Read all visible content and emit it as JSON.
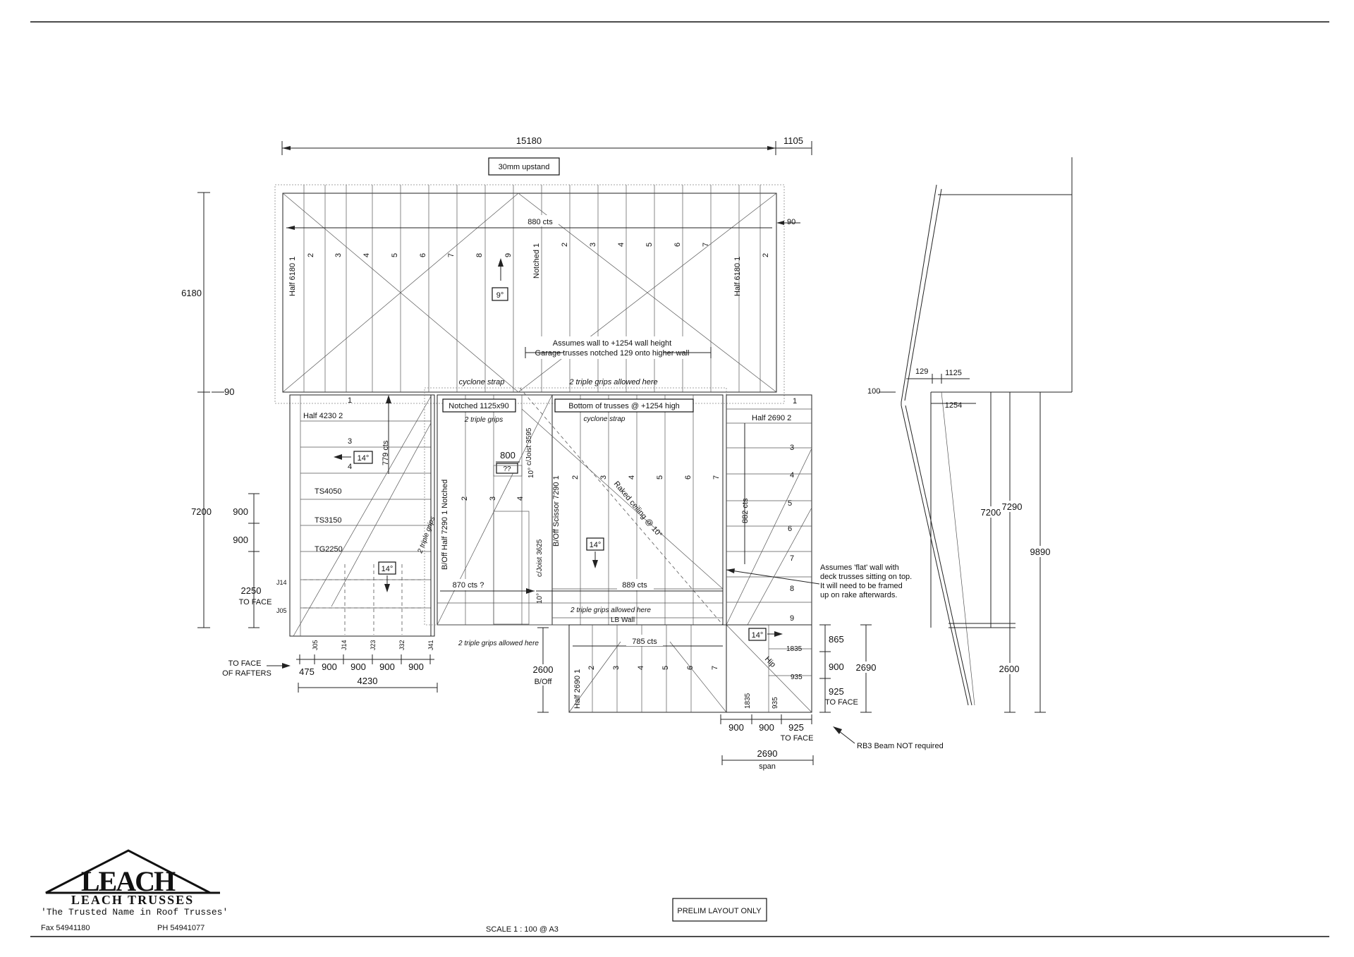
{
  "colors": {
    "line": "#222222",
    "background": "#ffffff"
  },
  "overall": {
    "top_width": "15180",
    "top_overhang": "1105",
    "left_top": "6180",
    "left_bottom": "7200",
    "left_gap": "90"
  },
  "top_roof": {
    "upstand_note": "30mm upstand",
    "spacing": "880 cts",
    "right_gap": "90",
    "half_left": "Half 6180 1",
    "half_right": "Half 6180 1",
    "notched": "Notched 1",
    "pitch": "9°",
    "numbers_left": [
      "2",
      "3",
      "4",
      "5",
      "6",
      "7",
      "8",
      "9"
    ],
    "numbers_right": [
      "2",
      "3",
      "4",
      "5",
      "6",
      "7"
    ],
    "number_right_end": "2",
    "assumes_line1": "Assumes wall to +1254 wall height",
    "assumes_line2": "Garage trusses notched 129 onto higher wall",
    "cyclone": "cyclone strap",
    "triple_grips": "2 triple grips allowed here"
  },
  "left_wing": {
    "half": "Half 4230 2",
    "n1": "1",
    "n3": "3",
    "n4": "4",
    "pitch": "14°",
    "cts": "779 cts",
    "ts1": "TS4050",
    "ts2": "TS3150",
    "tg": "TG2250",
    "triple_grips": "2 triple grips",
    "pitch2": "14°",
    "j14": "J14",
    "j05": "J05",
    "jacks": [
      "J05",
      "J14",
      "J23",
      "J32",
      "J41"
    ],
    "dim_900a": "900",
    "dim_900b": "900",
    "dim_2250": "2250",
    "to_face": "TO FACE",
    "to_face_rafters1": "TO FACE",
    "to_face_rafters2": "OF RAFTERS",
    "bottom_dims": [
      "475",
      "900",
      "900",
      "900",
      "900"
    ],
    "total": "4230"
  },
  "middle": {
    "notched_box": "Notched 1125x90",
    "grips": "2 triple grips",
    "bottom_box": "Bottom of trusses @ +1254 high",
    "cyclone": "cyclone strap",
    "boff_half": "B/Off Half 7290 1 Notched",
    "boff_scissor": "B/Off Scissor 7290 1",
    "joist1": "c/Joist 3595",
    "joist2": "c/Joist 3625",
    "ten_deg_a": "10°",
    "ten_deg_b": "10°",
    "d800": "800",
    "qq": "??",
    "n2a": "2",
    "n3a": "3",
    "n4a": "4",
    "n2b": "2",
    "n3b": "3",
    "n4b": "4",
    "n5b": "5",
    "n6b": "6",
    "n7b": "7",
    "raked": "Raked ceiling @ 10°",
    "pitch": "14°",
    "cts870": "870 cts ?",
    "cts889": "889 cts",
    "grips_bottom": "2 triple grips allowed here",
    "lb_wall": "LB Wall",
    "grips_allowed": "2 triple grips allowed here",
    "d2600": "2600",
    "boff": "B/Off"
  },
  "right_wing": {
    "half": "Half 2690 2",
    "numbers": [
      "1",
      "3",
      "4",
      "5",
      "6",
      "7",
      "8",
      "9"
    ],
    "cts": "882 cts",
    "pitch": "14°",
    "hip": "Hip",
    "d1835a": "1835",
    "d1835b": "1835",
    "d935a": "935",
    "d935b": "935",
    "dims_right": [
      "865",
      "900",
      "925"
    ],
    "to_face": "TO FACE",
    "d2690": "2690",
    "bottom_dims": [
      "900",
      "900",
      "925"
    ],
    "to_face_b": "TO FACE",
    "span_val": "2690",
    "span": "span",
    "beam_note": "RB3 Beam NOT required",
    "note1": "Assumes 'flat' wall with",
    "note2": "deck trusses sitting on top.",
    "note3": "It will need to be framed",
    "note4": "up on rake afterwards."
  },
  "lower_section": {
    "spacing": "785 cts",
    "half": "Half 2690 1",
    "numbers": [
      "2",
      "3",
      "4",
      "5",
      "6",
      "7"
    ]
  },
  "elevation": {
    "d129": "129",
    "d1125": "1125",
    "d100": "100",
    "d1254": "1254",
    "d7200": "7200",
    "d7290": "7290",
    "d9890": "9890",
    "d2600": "2600"
  },
  "footer": {
    "logo_big": "LEACH",
    "logo_name": "LEACH TRUSSES",
    "tagline": "'The Trusted Name in Roof Trusses'",
    "fax": "Fax 54941180",
    "ph": "PH 54941077",
    "scale": "SCALE 1 : 100 @ A3",
    "prelim": "PRELIM LAYOUT ONLY"
  }
}
